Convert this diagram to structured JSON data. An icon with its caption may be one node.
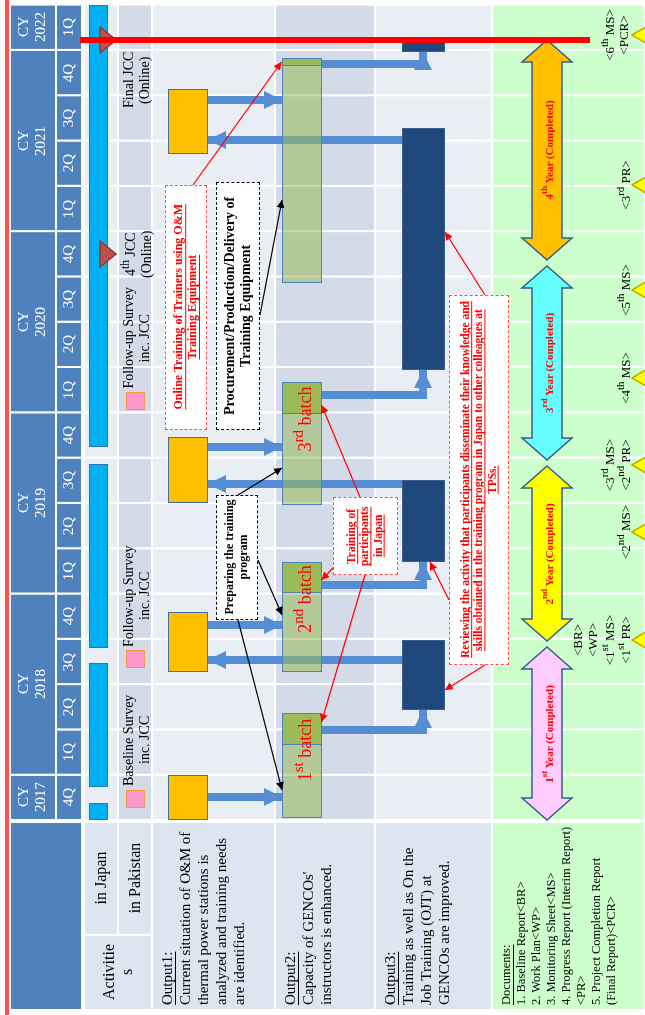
{
  "diagram": {
    "nodes": [
      {
        "text": [],
        "shape": "bar"
      },
      {
        "text": [],
        "shape": "bar"
      },
      {
        "text": [],
        "shape": "bar"
      },
      {
        "text": [],
        "shape": "bar"
      },
      {
        "text": [],
        "shape": "triangle",
        "beside": [
          "4$^{th}$ JCC (Online)"
        ]
      },
      {
        "text": [],
        "shape": "triangle",
        "beside": [
          "Final JCC (Online)"
        ]
      },
      {
        "text": [],
        "shape": "box",
        "beside": [
          "Baseline Survey inc. JCC"
        ]
      },
      {
        "text": [],
        "shape": "box",
        "beside": [
          "Follow-up Survey inc. JCC"
        ]
      },
      {
        "text": [],
        "shape": "box",
        "beside": [
          "Follow-up Survey inc. JCC"
        ]
      },
      {
        "text": [],
        "shape": "box"
      },
      {
        "text": [],
        "shape": "box"
      },
      {
        "text": [],
        "shape": "box"
      },
      {
        "text": [],
        "shape": "box"
      },
      {
        "text": [
          "1$^{st}$ batch"
        ]
      },
      {
        "text": [],
        "shape": "box",
        "in": 13
      },
      {
        "text": [
          "2$^{nd}$ batch"
        ]
      },
      {
        "text": [],
        "shape": "box",
        "in": 15
      },
      {
        "text": [
          "3$^{rd}$ batch"
        ]
      },
      {
        "text": [],
        "shape": "box",
        "in": 17
      },
      {
        "text": [],
        "shape": "box"
      },
      {
        "text": [],
        "shape": "box",
        "in": 19
      },
      {
        "text": [],
        "shape": "box"
      },
      {
        "text": [],
        "shape": "box"
      },
      {
        "text": [],
        "shape": "box"
      },
      {
        "text": [],
        "shape": "box"
      },
      {
        "text": [
          "Online Training of Trainers using O&M Training Equipment"
        ]
      },
      {
        "text": [
          "Procurement/Production/Delivery of Training Equipment"
        ]
      },
      {
        "text": [
          "Preparing the training program"
        ]
      },
      {
        "text": [
          "Training of participants in Japan"
        ]
      },
      {
        "text": [
          "Reviewing the activity that participants disseminate their knowledge and skills obtained in the training program in Japan to other colleagues at TPSs."
        ]
      },
      {
        "text": [
          "1$^{st}$ Year (Completed)"
        ]
      },
      {
        "text": [
          "2$^{nd}$ Year (Completed)"
        ]
      },
      {
        "text": [
          "3$^{rd}$ Year (Completed)"
        ]
      },
      {
        "text": [
          "4$^{th}$ Year (Completed)"
        ]
      },
      {
        "text": [],
        "shape": "triangle",
        "beside": [
          "<BR>",
          "<WP>",
          "<1$^{st}$ MS>",
          "<1$^{st}$ PR>"
        ]
      },
      {
        "text": [],
        "shape": "triangle",
        "beside": [
          "<2$^{nd}$ MS>"
        ]
      },
      {
        "text": [],
        "shape": "triangle",
        "beside": [
          "<3$^{rd}$ MS>",
          "<2$^{nd}$ PR>"
        ]
      },
      {
        "text": [],
        "shape": "triangle",
        "beside": [
          "<4$^{th}$ MS>"
        ]
      },
      {
        "text": [],
        "shape": "triangle",
        "beside": [
          "<5$^{th}$ MS>"
        ]
      },
      {
        "text": [],
        "shape": "triangle",
        "beside": [
          "<3$^{rd}$ PR>"
        ]
      },
      {
        "text": [],
        "shape": "triangle",
        "beside": [
          "<6$^{th}$ MS>",
          "<PCR>"
        ]
      }
    ],
    "edges": [
      {
        "from": 9,
        "to": 13,
        "arrow": "to",
        "style": "thick"
      },
      {
        "from": 10,
        "to": 15,
        "arrow": "to",
        "style": "thick"
      },
      {
        "from": 11,
        "to": 17,
        "arrow": "to",
        "style": "thick"
      },
      {
        "from": 12,
        "to": 19,
        "arrow": "to",
        "style": "thick"
      },
      {
        "from": 14,
        "to": 21,
        "arrow": "to",
        "style": "thick"
      },
      {
        "from": 16,
        "to": 22,
        "arrow": "to",
        "style": "thick"
      },
      {
        "from": 18,
        "to": 23,
        "arrow": "to",
        "style": "thick"
      },
      {
        "from": 20,
        "to": 24,
        "arrow": "to",
        "style": "thick"
      },
      {
        "from": 21,
        "to": 10,
        "arrow": "to",
        "style": "thick"
      },
      {
        "from": 22,
        "to": 11,
        "arrow": "to",
        "style": "thick"
      },
      {
        "from": 23,
        "to": 12,
        "arrow": "to",
        "style": "thick"
      },
      {
        "from": 25,
        "to": 20,
        "arrow": "to",
        "color": "#ff0000"
      },
      {
        "from": 26,
        "to": 19,
        "arrow": "to",
        "color": "#000000"
      },
      {
        "from": 27,
        "to": 13,
        "arrow": "to",
        "color": "#000000"
      },
      {
        "from": 27,
        "to": 15,
        "arrow": "to",
        "color": "#000000"
      },
      {
        "from": 27,
        "to": 17,
        "arrow": "to",
        "color": "#000000"
      },
      {
        "from": 28,
        "to": 14,
        "arrow": "to",
        "color": "#ff0000"
      },
      {
        "from": 28,
        "to": 16,
        "arrow": "to",
        "color": "#ff0000"
      },
      {
        "from": 28,
        "to": 18,
        "arrow": "to",
        "color": "#ff0000"
      },
      {
        "from": 29,
        "to": 21,
        "arrow": "to",
        "color": "#ff0000"
      },
      {
        "from": 29,
        "to": 22,
        "arrow": "to",
        "color": "#ff0000"
      },
      {
        "from": 29,
        "to": 23,
        "arrow": "to",
        "color": "#ff0000"
      }
    ],
    "labels": [
      "CY 2017",
      "CY 2018",
      "CY 2019",
      "CY 2020",
      "CY 2021",
      "CY 2022",
      "4Q",
      "1Q",
      "2Q",
      "3Q",
      "4Q",
      "1Q",
      "2Q",
      "3Q",
      "4Q",
      "1Q",
      "2Q",
      "3Q",
      "4Q",
      "1Q",
      "2Q",
      "3Q",
      "4Q",
      "1Q",
      "Activities",
      "in Japan",
      "in Pakistan",
      "Output1:",
      "Current situation of O&M of thermal power stations is analyzed and training needs are identified.",
      "Output2:",
      "Capacity of GENCOs' instructors is enhanced.",
      "Output3:",
      "Training as well as On the Job Training (OJT) at GENCOs are improved.",
      "Documents:",
      "1. Baseline Report<BR>",
      "2. Work Plan<WP>",
      "3. Monitoring Sheet<MS>",
      "4. Progress Report (Interim Report) <PR>",
      "5. Project Completion Report (Final Report)<PCR>"
    ]
  }
}
